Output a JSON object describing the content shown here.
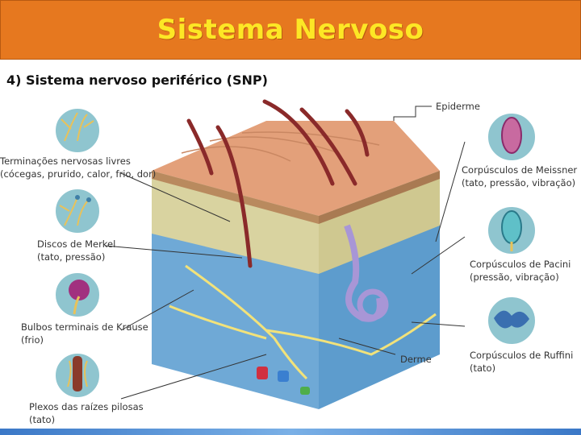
{
  "slide": {
    "title": "Sistema Nervoso",
    "subtitle": "4)  Sistema nervoso periférico (SNP)"
  },
  "labels": {
    "free_endings": {
      "name": "Terminações nervosas livres",
      "desc": "(cócegas, prurido, calor, frio, dor)"
    },
    "merkel": {
      "name": "Discos de Merkel",
      "desc": "(tato, pressão)"
    },
    "krause": {
      "name": "Bulbos terminais de Krause",
      "desc": "(frio)"
    },
    "hair_root": {
      "name": "Plexos das raízes pilosas",
      "desc": "(tato)"
    },
    "epidermis": "Epiderme",
    "dermis": "Derme",
    "meissner": {
      "name": "Corpúsculos de Meissner",
      "desc": "(tato, pressão, vibração)"
    },
    "pacini": {
      "name": "Corpúsculos de Pacini",
      "desc": "(pressão, vibração)"
    },
    "ruffini": {
      "name": "Corpúsculos de Ruffini",
      "desc": "(tato)"
    }
  },
  "colors": {
    "title_bar": "#e6781f",
    "title_text": "#fde725",
    "circle_bg": "#8fc5cf",
    "skin_top": "#e3a07a",
    "dermis": "#d9d3a0",
    "hypodermis": "#6fa9d6",
    "hair": "#8a2a2a",
    "nerve": "#f2e27a"
  }
}
